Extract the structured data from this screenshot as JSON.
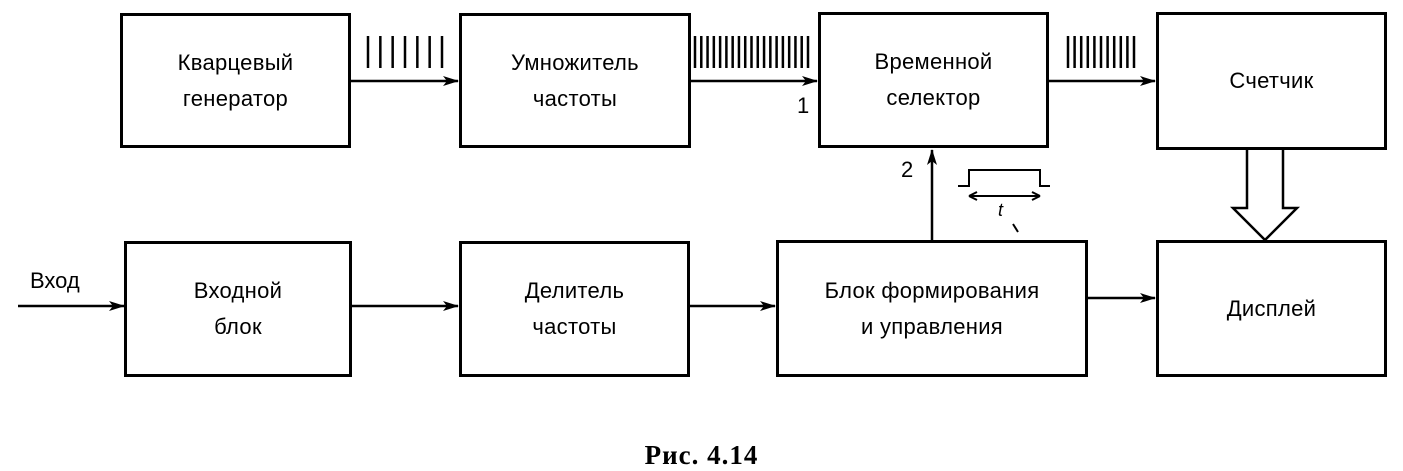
{
  "blocks": {
    "quartz_generator": "Кварцевый\nгенератор",
    "frequency_multiplier": "Умножитель\nчастоты",
    "time_selector": "Временной\nселектор",
    "counter": "Счетчик",
    "input_block": "Входной\nблок",
    "frequency_divider": "Делитель\nчастоты",
    "control_block": "Блок формирования\nи управления",
    "display": "Дисплей"
  },
  "labels": {
    "input": "Вход",
    "selector_input_1": "1",
    "selector_input_2": "2",
    "gate_interval": "t"
  },
  "caption": "Рис. 4.14",
  "pulse_trains": {
    "generator_output": 7,
    "multiplier_output": 19,
    "selector_output": 11
  }
}
